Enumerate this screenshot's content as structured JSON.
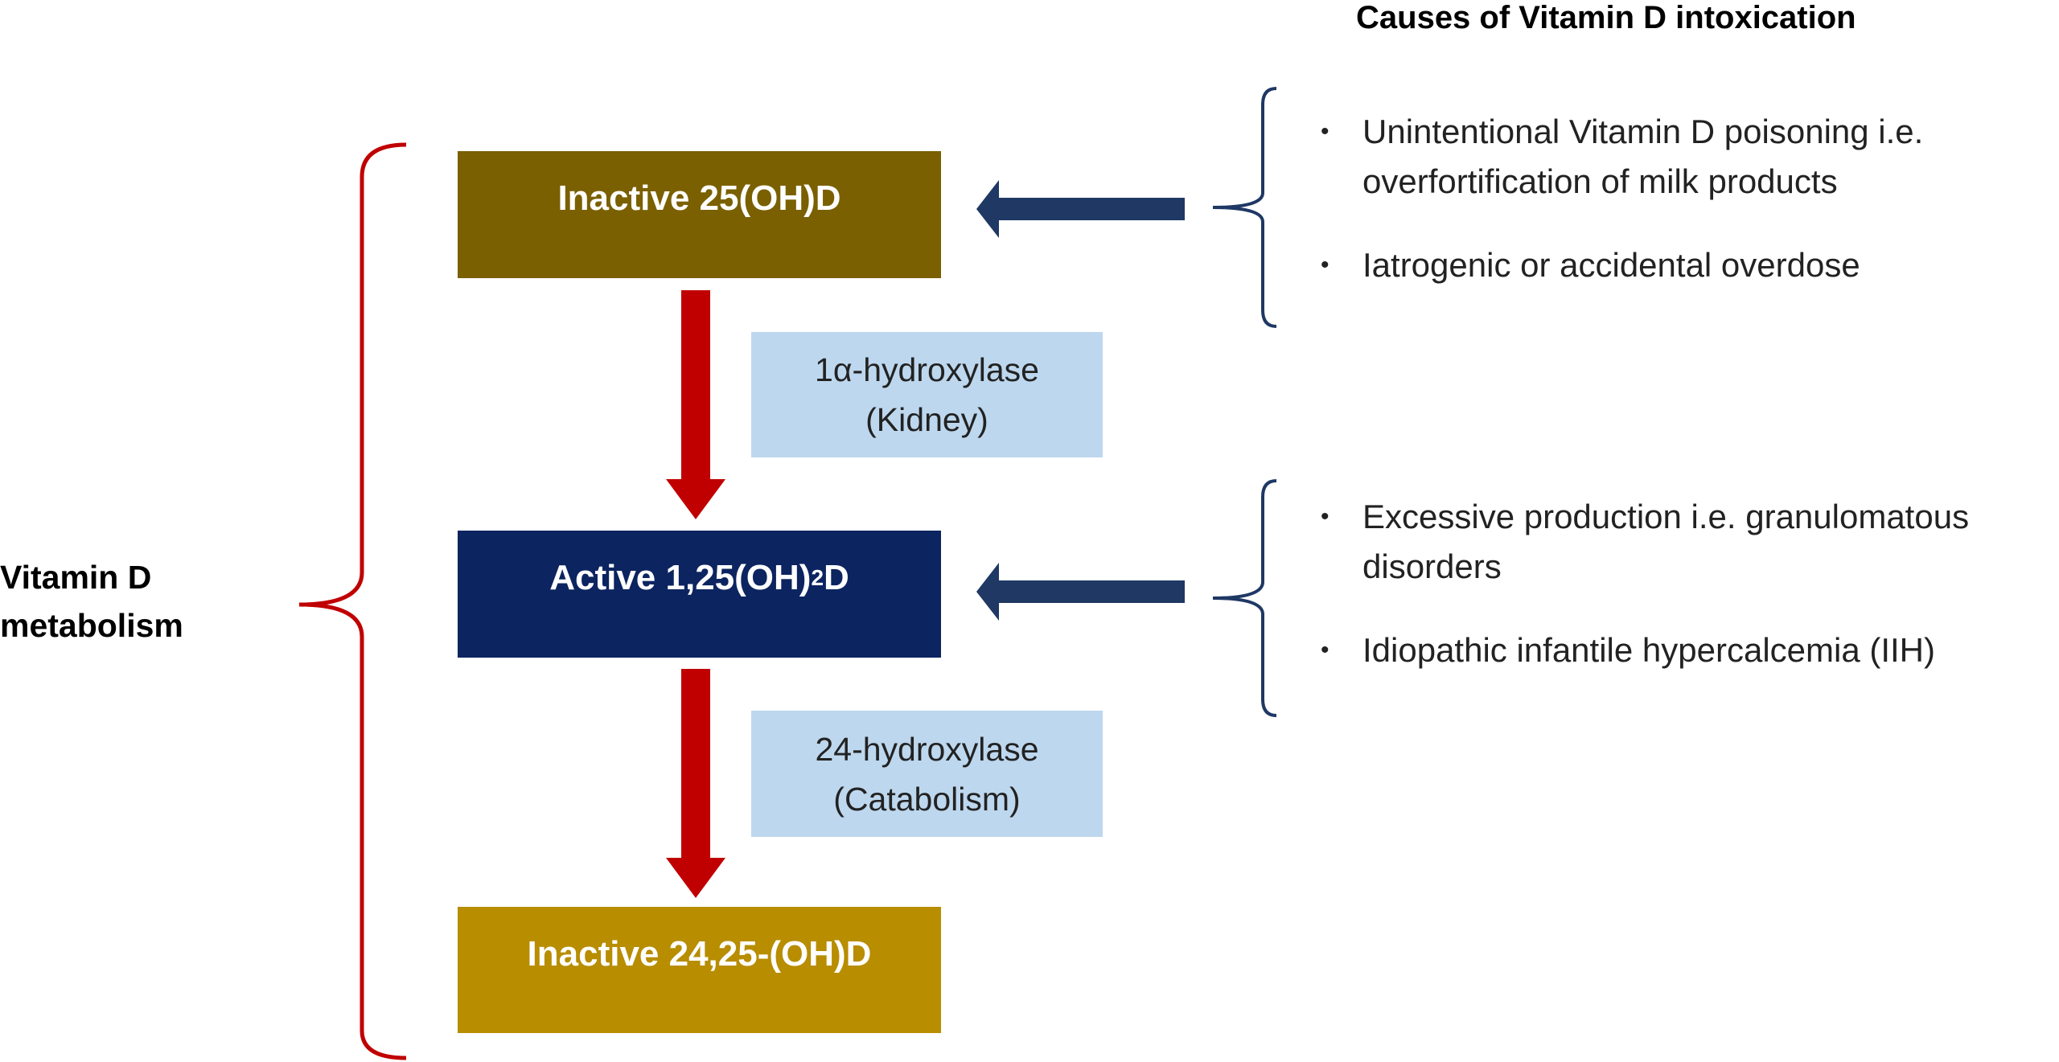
{
  "header": {
    "title": "Causes of Vitamin D intoxication"
  },
  "side_label": {
    "line1": "Vitamin D",
    "line2": "metabolism"
  },
  "boxes": {
    "inactive_25": {
      "label": "Inactive 25(OH)D",
      "color": "#7a6000"
    },
    "active_125": {
      "label_main": "Active 1,25(OH)",
      "label_sub": "2",
      "label_tail": "D",
      "color": "#0c2460"
    },
    "inactive_2425": {
      "label": "Inactive 24,25-(OH)D",
      "color": "#b88d00"
    }
  },
  "enzymes": {
    "hydroxylase_1a": {
      "line1": "1α-hydroxylase",
      "line2": "(Kidney)"
    },
    "hydroxylase_24": {
      "line1": "24-hydroxylase",
      "line2": "(Catabolism)"
    }
  },
  "causes": {
    "group_1": [
      "Unintentional Vitamin D poisoning i.e. overfortification of milk products",
      "Iatrogenic or accidental overdose"
    ],
    "group_2": [
      "Excessive production i.e. granulomatous disorders",
      "Idiopathic infantile hypercalcemia (IIH)"
    ]
  },
  "colors": {
    "metabolism_bracket": "#c00000",
    "metabolic_arrow": "#c00000",
    "cause_arrow": "#1f3864",
    "cause_bracket": "#1f3864",
    "enzyme_fill": "#bdd7ee"
  }
}
